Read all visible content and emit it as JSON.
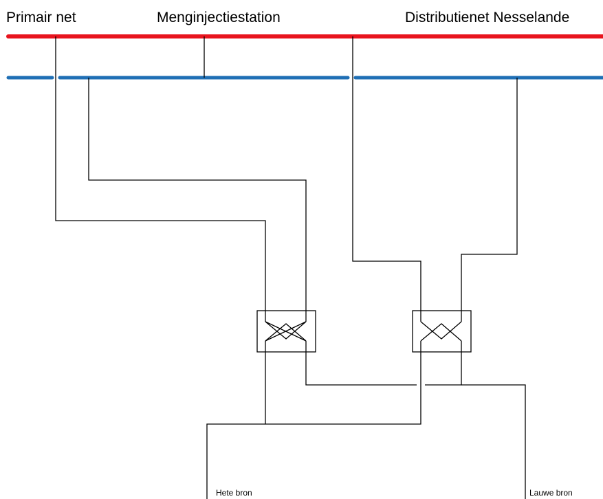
{
  "labels": {
    "primair_net": "Primair net",
    "menginjectiestation": "Menginjectiestation",
    "distributienet": "Distributienet Nesselande",
    "hete_bron": "Hete bron",
    "lauwe_bron": "Lauwe bron"
  },
  "colors": {
    "supply_line": "#e8141e",
    "return_line": "#1f6fb5",
    "pipe": "#000000"
  }
}
